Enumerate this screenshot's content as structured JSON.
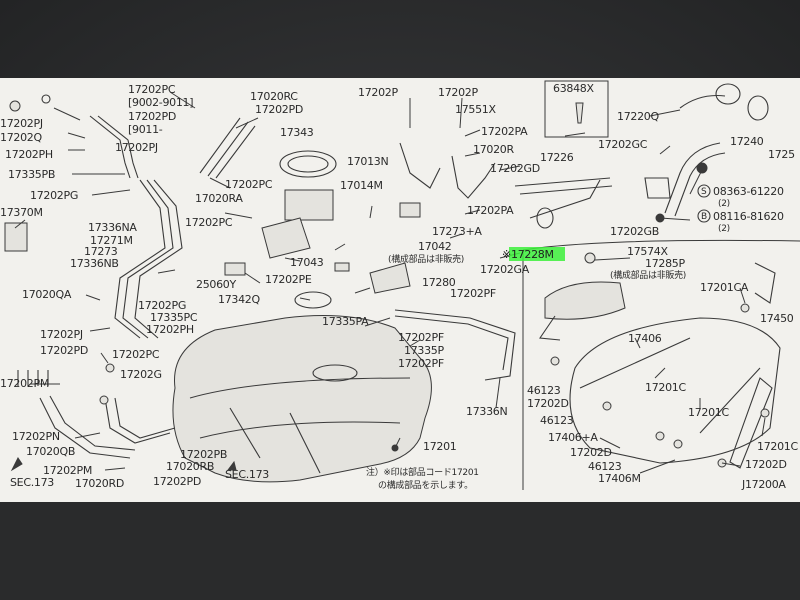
{
  "diagram": {
    "labels_left": [
      "17202PJ",
      "17202Q",
      "17202PH",
      "17335PB",
      "17202PG",
      "17370M",
      "17336NA",
      "17271M",
      "17273",
      "17336NB",
      "17020QA",
      "17202PJ",
      "17202PD",
      "17202PM",
      "17202PN",
      "17020QB",
      "17202PM",
      "17020RD",
      "SEC.173"
    ],
    "labels_center": [
      "17202PC",
      "[9002-9011]",
      "17202PD",
      "[9011-",
      "17020RC",
      "17202PD",
      "17343",
      "17202PJ",
      "17202PC",
      "17020RA",
      "17202PC",
      "17043",
      "25060Y",
      "17202PE",
      "17342Q",
      "17202PG",
      "17335PC",
      "17202PH",
      "17202PC",
      "17202G",
      "17202PB",
      "17020RB",
      "17202PD",
      "SEC.173",
      "17335PA",
      "17202PF",
      "17335P",
      "17202PF",
      "17201"
    ],
    "labels_upper_mid": [
      "17202P",
      "17202P",
      "17551X",
      "17202PA",
      "17013N",
      "17020R",
      "17226",
      "17014M",
      "17202GD",
      "17202PA",
      "17273+A",
      "17042",
      "17228M",
      "(構成部品は非販売)",
      "17202GA",
      "17280",
      "17202PF",
      "17336N"
    ],
    "labels_right": [
      "63848X",
      "17220Q",
      "17240",
      "1725",
      "17202GC",
      "08363-61220",
      "(2)",
      "08116-81620",
      "(2)",
      "17202GB",
      "17574X",
      "17285P",
      "(構成部品は非販売)",
      "17201CA",
      "17450",
      "17406",
      "46123",
      "17202D",
      "17201C",
      "46123",
      "17201C",
      "17406+A",
      "17202D",
      "46123",
      "17201C",
      "17202D",
      "17406M",
      "J17200A"
    ],
    "note": {
      "line1": "注）※印は部品コード17201",
      "line2": "の構成部品を示します。"
    },
    "highlight_part": "17228M",
    "highlight_prefix": "※",
    "star_prefix": "※",
    "circle_S": "S",
    "circle_B": "B"
  }
}
